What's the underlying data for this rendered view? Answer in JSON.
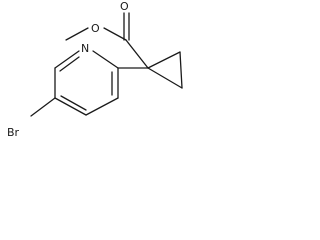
{
  "molecule": {
    "atoms": {
      "nitrogen": "N",
      "bromine": "Br",
      "carbonyl_oxygen": "O",
      "ester_oxygen": "O"
    }
  }
}
